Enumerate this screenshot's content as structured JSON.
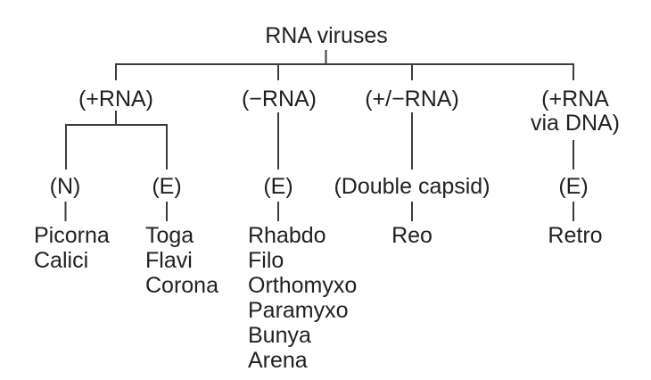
{
  "figure": {
    "type": "tree-diagram",
    "title": "RNA viruses"
  },
  "tree": {
    "root": "RNA viruses",
    "branches": [
      {
        "label": "(+RNA)",
        "children": [
          {
            "label": "(N)",
            "viruses": [
              "Picorna",
              "Calici"
            ]
          },
          {
            "label": "(E)",
            "viruses": [
              "Toga",
              "Flavi",
              "Corona"
            ]
          }
        ]
      },
      {
        "label": "(−RNA)",
        "children": [
          {
            "label": "(E)",
            "viruses": [
              "Rhabdo",
              "Filo",
              "Orthomyxo",
              "Paramyxo",
              "Bunya",
              "Arena"
            ]
          }
        ]
      },
      {
        "label": "(+/−RNA)",
        "children": [
          {
            "label": "(Double capsid)",
            "viruses": [
              "Reo"
            ]
          }
        ]
      },
      {
        "label": "(+RNA via DNA)",
        "children": [
          {
            "label": "(E)",
            "viruses": [
              "Retro"
            ]
          }
        ]
      }
    ]
  },
  "colors": {
    "text": "#231f20",
    "line": "#3c3c3c",
    "background": "#ffffff"
  }
}
